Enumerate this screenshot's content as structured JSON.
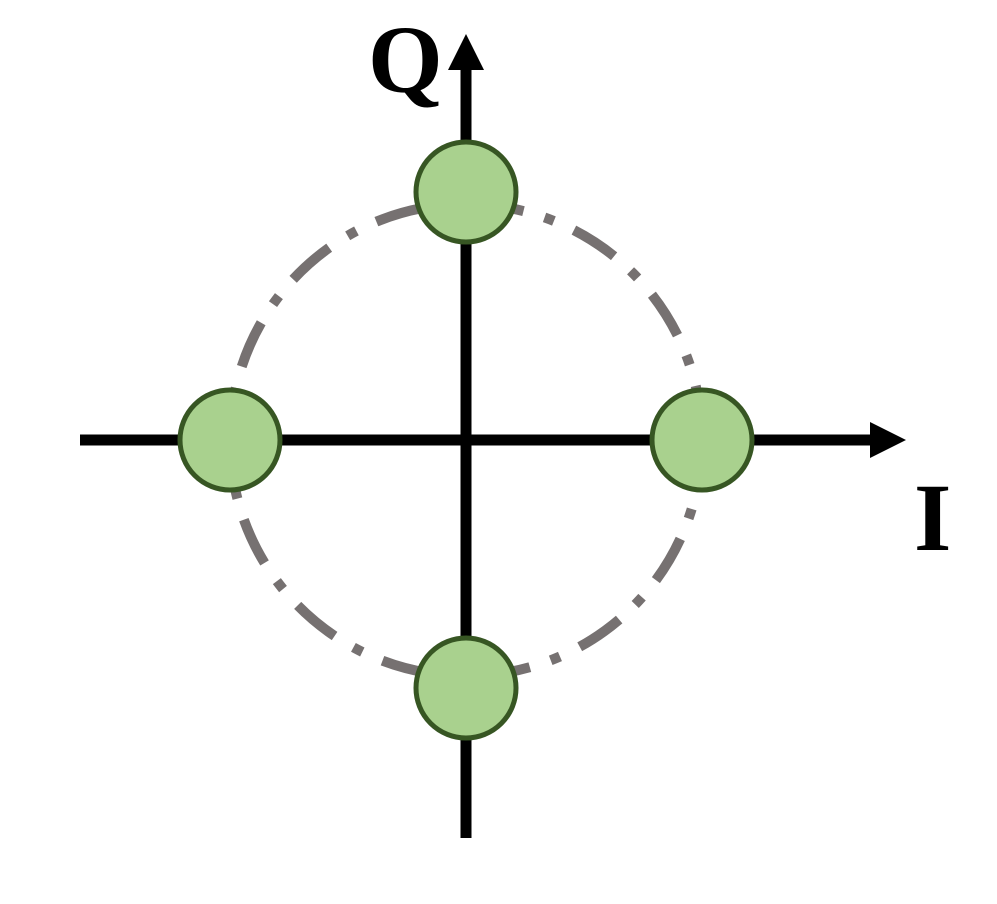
{
  "axes": {
    "horizontal_label": "I",
    "vertical_label": "Q"
  },
  "constellation": {
    "modulation_shape": "four points on the axes around a dash-dot reference circle",
    "points": [
      {
        "id": "top",
        "i": 0,
        "q": 1
      },
      {
        "id": "left",
        "i": -1,
        "q": 0
      },
      {
        "id": "right",
        "i": 1,
        "q": 0
      },
      {
        "id": "bottom",
        "i": 0,
        "q": -1
      }
    ],
    "reference_circle_radius": 1,
    "reference_circle_style": "dash-dot"
  },
  "colors": {
    "axis": "#000000",
    "point_fill": "#a9d18e",
    "point_stroke": "#375623",
    "circle_stroke": "#767171",
    "background": "#ffffff"
  }
}
